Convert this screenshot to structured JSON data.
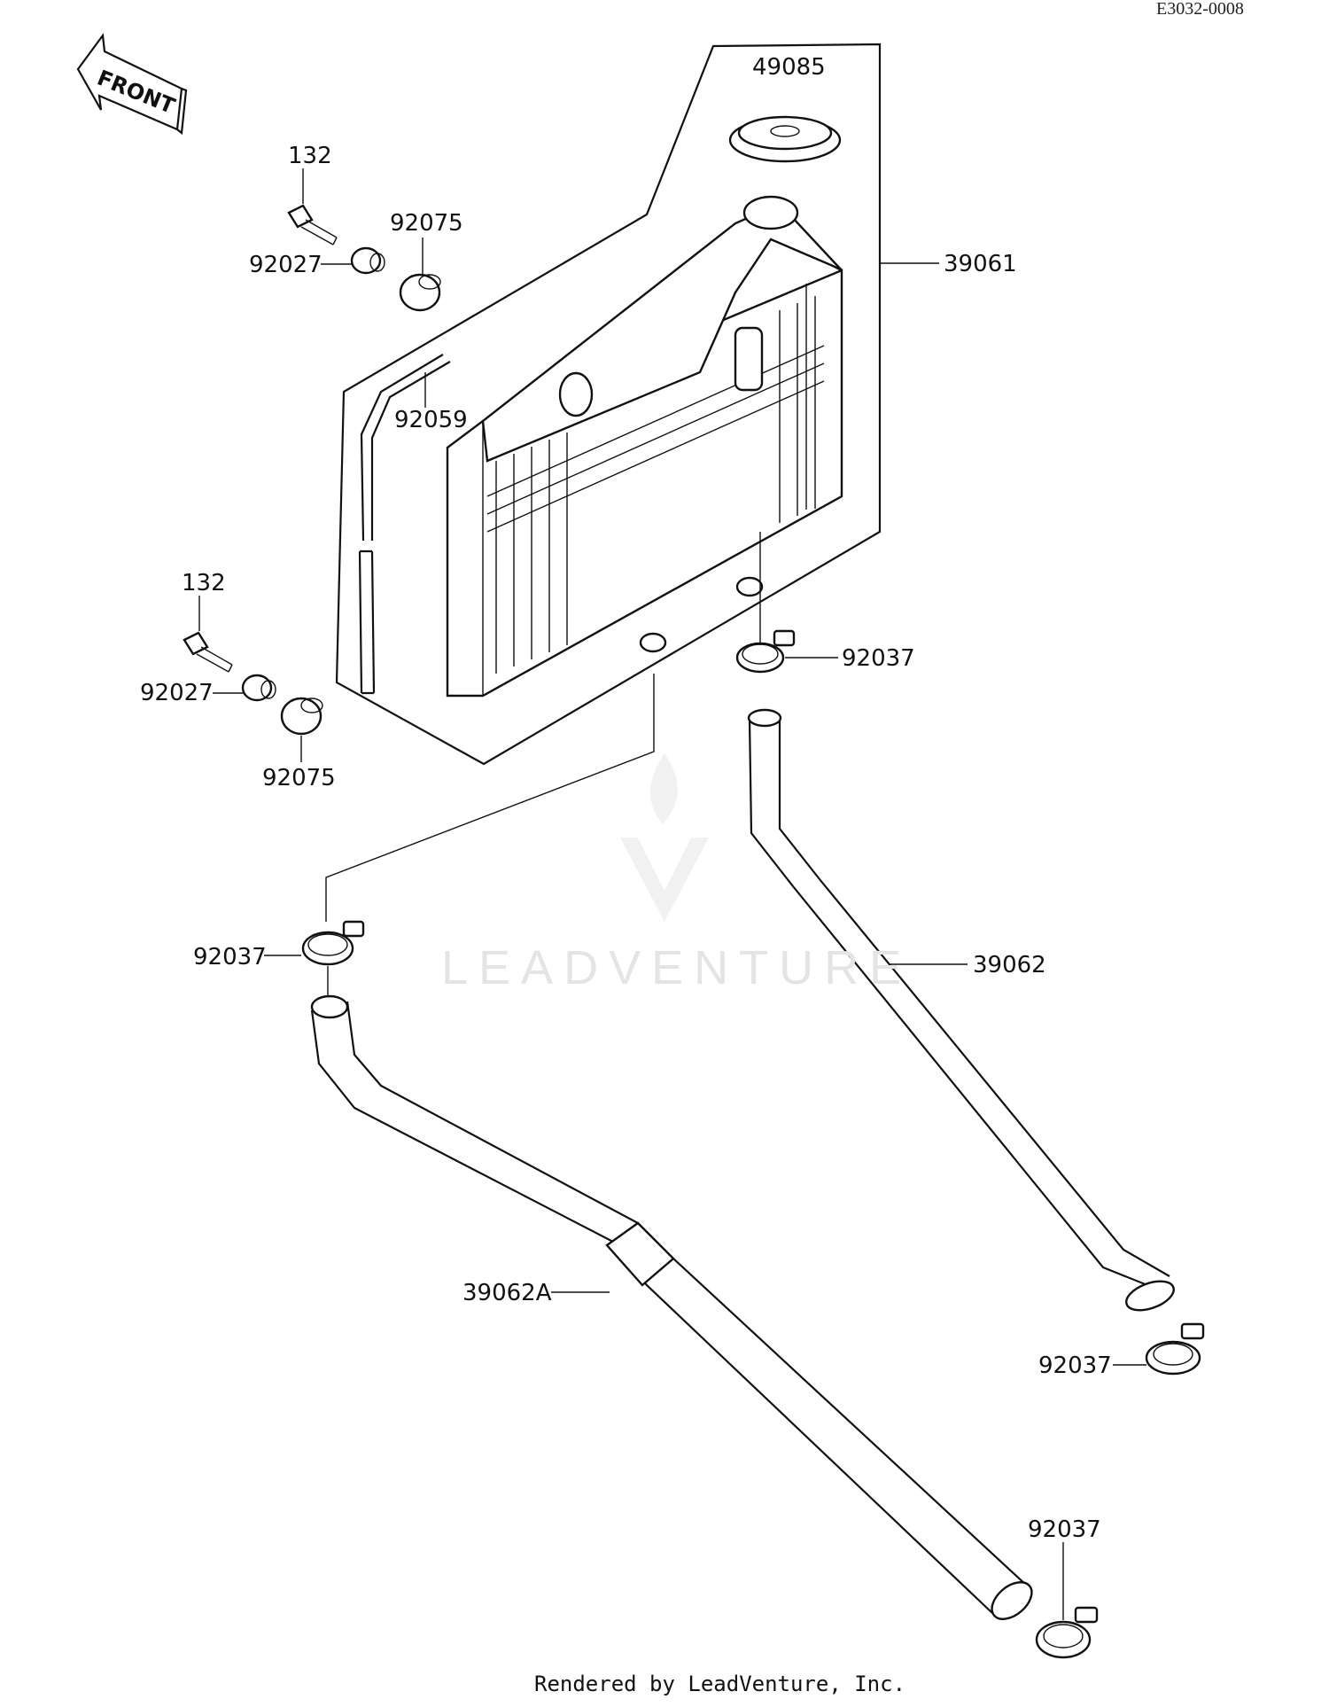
{
  "diagram": {
    "ref_code": "E3032-0008",
    "front_label": "FRONT",
    "watermark": "LEADVENTURE",
    "footer": "Rendered by LeadVenture, Inc.",
    "callouts": {
      "cap": "49085",
      "radiator": "39061",
      "bolt_top": "132",
      "collar_top": "92027",
      "grommet_top": "92075",
      "tube": "92059",
      "bolt_bottom": "132",
      "collar_bottom": "92027",
      "grommet_bottom": "92075",
      "clamp_radiator": "92037",
      "clamp_left": "92037",
      "hose_right": "39062",
      "hose_left": "39062A",
      "clamp_right_end": "92037",
      "clamp_left_end": "92037"
    }
  }
}
